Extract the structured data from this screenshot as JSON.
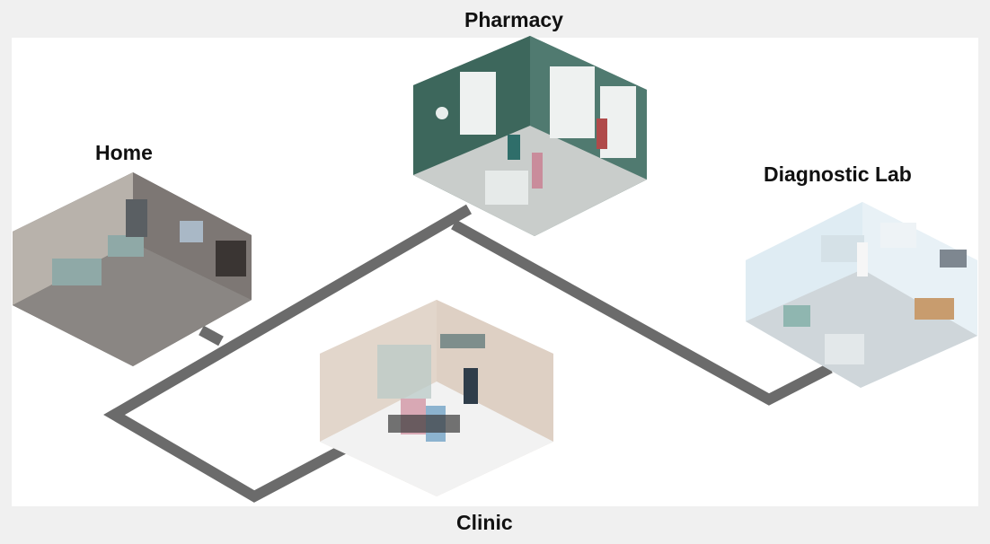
{
  "locations": {
    "pharmacy": "Pharmacy",
    "home": "Home",
    "lab": "Diagnostic Lab",
    "clinic": "Clinic"
  },
  "colors": {
    "road": "#6b6b6b",
    "pharmacy_wall": "#3f6b60",
    "home_wall": "#8a8480",
    "clinic_wall": "#ddd2c8",
    "lab_wall": "#dce9f1"
  }
}
